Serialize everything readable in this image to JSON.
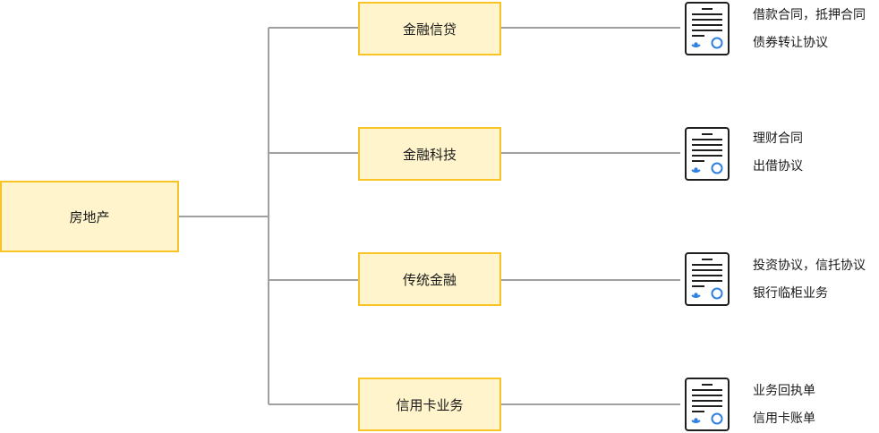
{
  "root": {
    "label": "房地产"
  },
  "branches": [
    {
      "label": "金融信贷",
      "documents": [
        "借款合同，抵押合同",
        "债券转让协议"
      ]
    },
    {
      "label": "金融科技",
      "documents": [
        "理财合同",
        "出借协议"
      ]
    },
    {
      "label": "传统金融",
      "documents": [
        "投资协议，信托协议",
        "银行临柜业务"
      ]
    },
    {
      "label": "信用卡业务",
      "documents": [
        "业务回执单",
        "信用卡账单"
      ]
    }
  ],
  "colors": {
    "node_fill": "#fff4cc",
    "node_border": "#f7c325",
    "connector": "#a0a0a0",
    "doc_icon_stroke": "#1f1f1f",
    "doc_icon_accent": "#2f7fe0"
  },
  "icons": {
    "document": "contract-document-icon"
  }
}
